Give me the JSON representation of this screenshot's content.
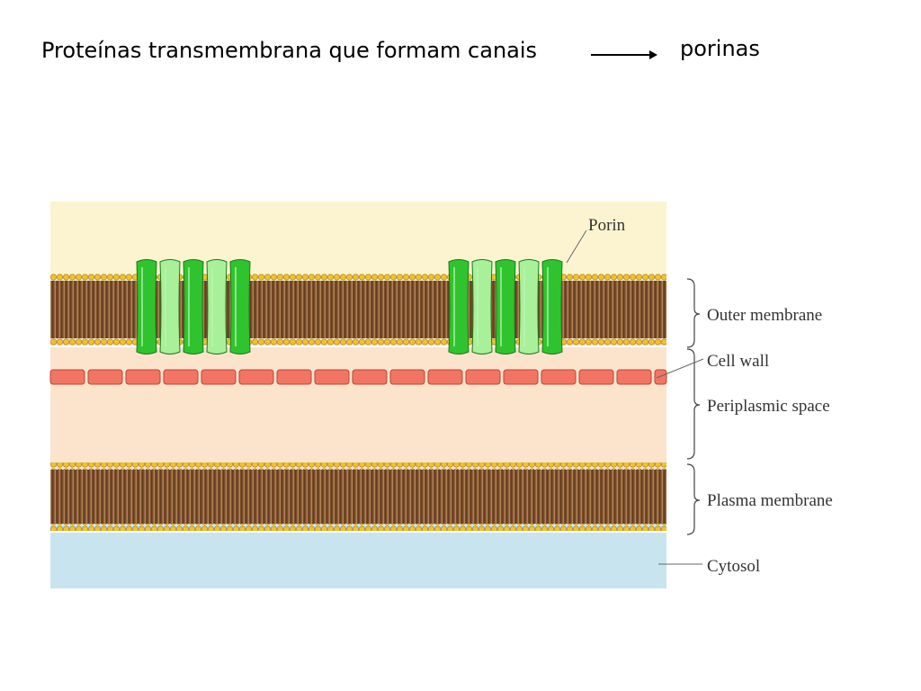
{
  "heading": {
    "text": "Proteínas transmembrana que formam canais",
    "result": "porinas"
  },
  "diagram": {
    "labels": {
      "porin": "Porin",
      "outer_membrane": "Outer membrane",
      "cell_wall": "Cell wall",
      "periplasmic_space": "Periplasmic space",
      "plasma_membrane": "Plasma membrane",
      "cytosol": "Cytosol"
    },
    "colors": {
      "extracellular": "#fcf4d0",
      "periplasm": "#fbe3cc",
      "cytosol": "#c8e5ef",
      "lipid_tail": "#7a4d2a",
      "lipid_head": "#f2c12e",
      "cell_wall": "#f27562",
      "porin_dark": "#2fc42f",
      "porin_light": "#a8f09a"
    }
  }
}
